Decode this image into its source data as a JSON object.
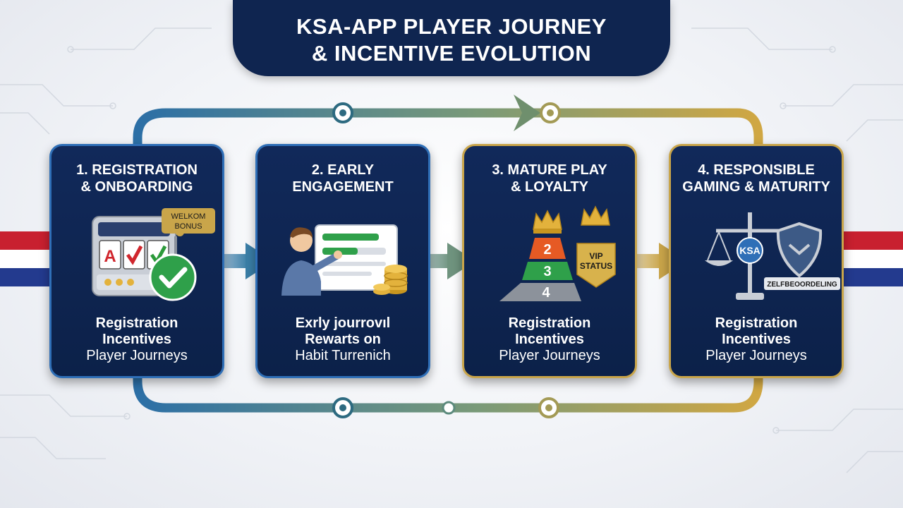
{
  "title": {
    "line1": "KSA-APP PLAYER JOURNEY",
    "line2": "& INCENTIVE EVOLUTION"
  },
  "colors": {
    "navy": "#0f2550",
    "accent_blue": "#2f6fb7",
    "accent_gold": "#c9a54a",
    "flag_red": "#c8202f",
    "flag_blue": "#233a8e"
  },
  "stages": [
    {
      "title1": "1. REGISTRATION",
      "title2": "& ONBOARDING",
      "badge": "WELKOM BONUS",
      "body1": "Registration",
      "body2": "Incentives",
      "body3": "Player Journeys",
      "icons": [
        "slot-machine-icon",
        "checkmark-icon"
      ]
    },
    {
      "title1": "2. EARLY",
      "title2": "ENGAGEMENT",
      "body1": "Exrly jourrovıl",
      "body2": "Rewarts on",
      "body3": "Habit Turrenich",
      "icons": [
        "person-icon",
        "progress-screen-icon",
        "coin-stack-icon"
      ]
    },
    {
      "title1": "3. MATURE PLAY",
      "title2": "& LOYALTY",
      "tiers": [
        "2",
        "3",
        "4"
      ],
      "badge": "VIP STATUS",
      "body1": "Registration",
      "body2": "Incentives",
      "body3": "Player Journeys",
      "icons": [
        "crown-icon",
        "pyramid-icon"
      ]
    },
    {
      "title1": "4. RESPONSIBLE",
      "title2": "GAMING & MATURITY",
      "logo": "KSA",
      "tag": "ZELFBEOORDELING",
      "body1": "Registration",
      "body2": "Incentives",
      "body3": "Player Journeys",
      "icons": [
        "scales-icon",
        "shield-icon"
      ]
    }
  ]
}
